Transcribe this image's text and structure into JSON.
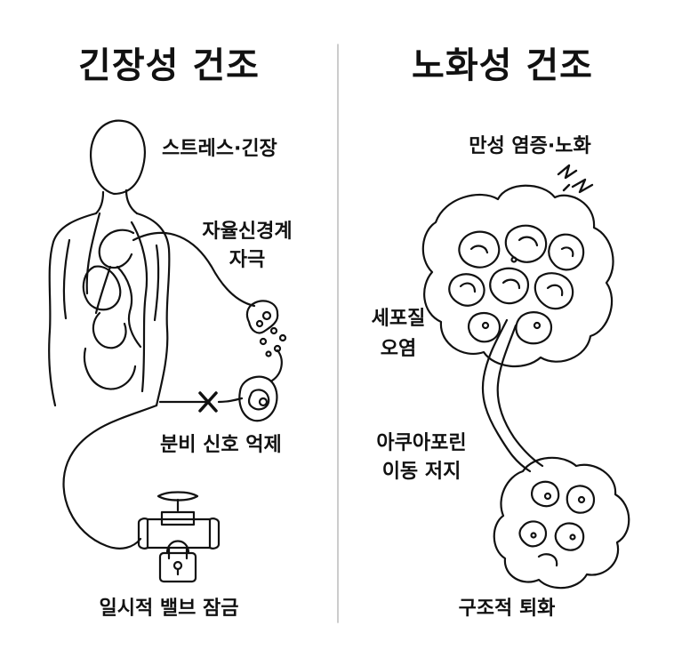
{
  "left": {
    "title": "긴장성 건조",
    "labels": {
      "stress": "스트레스·긴장",
      "autonomic_line1": "자율신경계",
      "autonomic_line2": "자극",
      "secretion": "분비 신호 억제",
      "valve": "일시적 밸브 잠금"
    }
  },
  "right": {
    "title": "노화성 건조",
    "labels": {
      "inflammation": "만성 염증·노화",
      "contamination_line1": "세포질",
      "contamination_line2": "오염",
      "aquaporin_line1": "아쿠아포린",
      "aquaporin_line2": "이동 저지",
      "degeneration": "구조적 퇴화"
    }
  },
  "colors": {
    "ink": "#111111",
    "divider": "#bbbbbb",
    "background": "#ffffff"
  },
  "icons": [
    "human-body-icon",
    "gland-icon",
    "x-mark-icon",
    "faucet-valve-icon",
    "padlock-icon",
    "gland-cluster-icon",
    "lightning-icon"
  ]
}
